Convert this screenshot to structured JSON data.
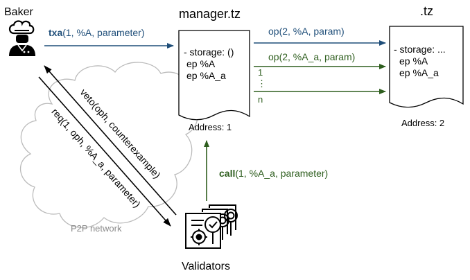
{
  "actors": {
    "baker": "Baker",
    "validators": "Validators"
  },
  "network": {
    "label": "P2P network"
  },
  "contracts": {
    "manager": {
      "title": "manager.tz",
      "lines": [
        "- storage: ()",
        "ep %A",
        "ep %A_a"
      ],
      "address": "Address:  1"
    },
    "target": {
      "title": ".tz",
      "lines": [
        "- storage: ...",
        "ep %A",
        "ep %A_a"
      ],
      "address": "Address:  2"
    }
  },
  "messages": {
    "txa": {
      "bold": "txa",
      "rest": "(1, %A, parameter)"
    },
    "call": {
      "bold": "call",
      "rest": "(1, %A_a, parameter)"
    },
    "op_a": "op(2, %A, param)",
    "op_a_a": "op(2, %A_a, param)",
    "branch_first": "1",
    "branch_dots": "⋮",
    "branch_last": "n",
    "veto": "veto(oph, counterexample)",
    "req": "req(1, oph, %A_a, parameter)"
  },
  "colors": {
    "blue": "#1f4e79",
    "green": "#2e5e1e",
    "black": "#000000",
    "cloud": "#bbbbbb",
    "muted": "#8a8a8a"
  }
}
